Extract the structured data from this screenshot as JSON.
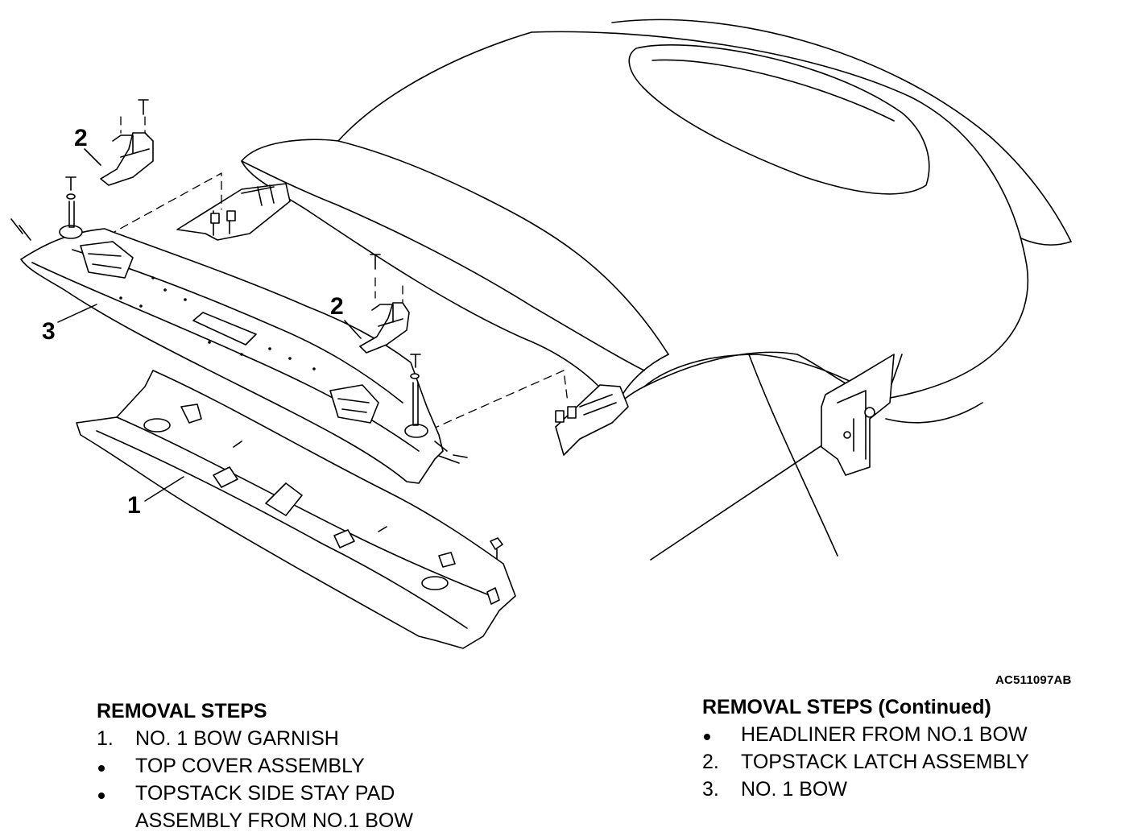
{
  "diagram": {
    "callouts": {
      "one": "1",
      "two_upper": "2",
      "two_middle": "2",
      "three": "3"
    },
    "figure_id": "AC511097AB"
  },
  "steps_left": {
    "heading": "REMOVAL STEPS",
    "items": [
      {
        "marker": "1.",
        "lines": [
          "NO. 1 BOW GARNISH"
        ]
      },
      {
        "marker": "bullet",
        "lines": [
          "TOP COVER ASSEMBLY"
        ]
      },
      {
        "marker": "bullet",
        "lines": [
          "TOPSTACK SIDE STAY PAD",
          "ASSEMBLY FROM NO.1 BOW"
        ]
      }
    ]
  },
  "steps_right": {
    "heading": "REMOVAL STEPS (Continued)",
    "items": [
      {
        "marker": "bullet",
        "lines": [
          "HEADLINER FROM NO.1 BOW"
        ]
      },
      {
        "marker": "2.",
        "lines": [
          "TOPSTACK LATCH ASSEMBLY"
        ]
      },
      {
        "marker": "3.",
        "lines": [
          "NO. 1 BOW"
        ]
      }
    ]
  }
}
